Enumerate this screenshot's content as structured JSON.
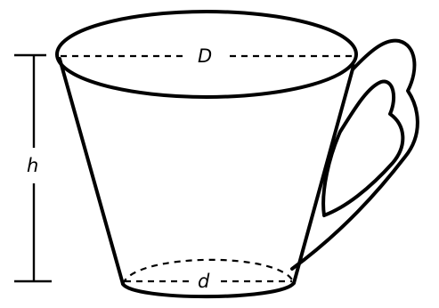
{
  "labels": {
    "top_diameter": "D",
    "bottom_diameter": "d",
    "height": "h"
  },
  "colors": {
    "line": "#000000",
    "background": "#ffffff"
  }
}
